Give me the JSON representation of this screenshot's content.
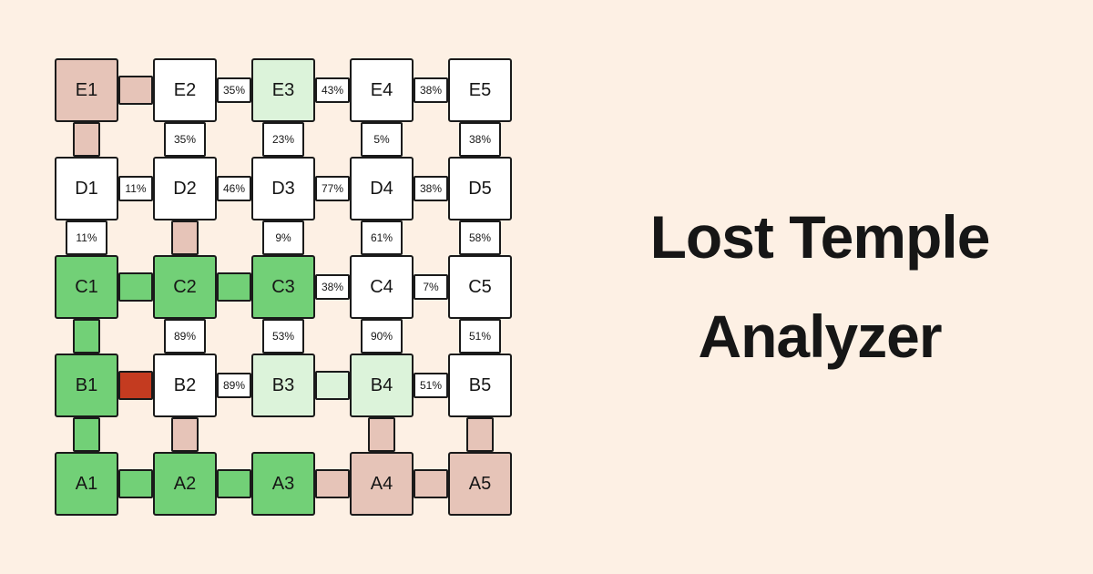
{
  "page": {
    "background": "#fdf0e4"
  },
  "title": {
    "line1": "Lost Temple",
    "line2": "Analyzer"
  },
  "colors": {
    "white": "#ffffff",
    "green": "#72d077",
    "pale_green": "#dcf3da",
    "pink": "#e6c4b8",
    "red": "#c43b20",
    "border": "#1a1a1a",
    "text": "#161616"
  },
  "grid": {
    "rows": [
      "E",
      "D",
      "C",
      "B",
      "A"
    ],
    "cols": [
      "1",
      "2",
      "3",
      "4",
      "5"
    ],
    "nodes": [
      {
        "id": "E1",
        "fill": "pink"
      },
      {
        "id": "E2",
        "fill": "white"
      },
      {
        "id": "E3",
        "fill": "pale_green"
      },
      {
        "id": "E4",
        "fill": "white"
      },
      {
        "id": "E5",
        "fill": "white"
      },
      {
        "id": "D1",
        "fill": "white"
      },
      {
        "id": "D2",
        "fill": "white"
      },
      {
        "id": "D3",
        "fill": "white"
      },
      {
        "id": "D4",
        "fill": "white"
      },
      {
        "id": "D5",
        "fill": "white"
      },
      {
        "id": "C1",
        "fill": "green"
      },
      {
        "id": "C2",
        "fill": "green"
      },
      {
        "id": "C3",
        "fill": "green"
      },
      {
        "id": "C4",
        "fill": "white"
      },
      {
        "id": "C5",
        "fill": "white"
      },
      {
        "id": "B1",
        "fill": "green"
      },
      {
        "id": "B2",
        "fill": "white"
      },
      {
        "id": "B3",
        "fill": "pale_green"
      },
      {
        "id": "B4",
        "fill": "pale_green"
      },
      {
        "id": "B5",
        "fill": "white"
      },
      {
        "id": "A1",
        "fill": "green"
      },
      {
        "id": "A2",
        "fill": "green"
      },
      {
        "id": "A3",
        "fill": "green"
      },
      {
        "id": "A4",
        "fill": "pink"
      },
      {
        "id": "A5",
        "fill": "pink"
      }
    ],
    "h_edges": [
      {
        "from": "E1",
        "to": "E2",
        "type": "color",
        "color": "pink"
      },
      {
        "from": "E2",
        "to": "E3",
        "type": "label",
        "label": "35%"
      },
      {
        "from": "E3",
        "to": "E4",
        "type": "label",
        "label": "43%"
      },
      {
        "from": "E4",
        "to": "E5",
        "type": "label",
        "label": "38%"
      },
      {
        "from": "D1",
        "to": "D2",
        "type": "label",
        "label": "11%"
      },
      {
        "from": "D2",
        "to": "D3",
        "type": "label",
        "label": "46%"
      },
      {
        "from": "D3",
        "to": "D4",
        "type": "label",
        "label": "77%"
      },
      {
        "from": "D4",
        "to": "D5",
        "type": "label",
        "label": "38%"
      },
      {
        "from": "C1",
        "to": "C2",
        "type": "color",
        "color": "green"
      },
      {
        "from": "C2",
        "to": "C3",
        "type": "color",
        "color": "green"
      },
      {
        "from": "C3",
        "to": "C4",
        "type": "label",
        "label": "38%"
      },
      {
        "from": "C4",
        "to": "C5",
        "type": "label",
        "label": "7%"
      },
      {
        "from": "B1",
        "to": "B2",
        "type": "color",
        "color": "red"
      },
      {
        "from": "B2",
        "to": "B3",
        "type": "label",
        "label": "89%"
      },
      {
        "from": "B3",
        "to": "B4",
        "type": "color",
        "color": "pale_green"
      },
      {
        "from": "B4",
        "to": "B5",
        "type": "label",
        "label": "51%"
      },
      {
        "from": "A1",
        "to": "A2",
        "type": "color",
        "color": "green"
      },
      {
        "from": "A2",
        "to": "A3",
        "type": "color",
        "color": "green"
      },
      {
        "from": "A3",
        "to": "A4",
        "type": "color",
        "color": "pink"
      },
      {
        "from": "A4",
        "to": "A5",
        "type": "color",
        "color": "pink"
      }
    ],
    "v_edges": [
      {
        "from": "E1",
        "to": "D1",
        "type": "color",
        "color": "pink"
      },
      {
        "from": "E2",
        "to": "D2",
        "type": "label",
        "label": "35%"
      },
      {
        "from": "E3",
        "to": "D3",
        "type": "label",
        "label": "23%"
      },
      {
        "from": "E4",
        "to": "D4",
        "type": "label",
        "label": "5%"
      },
      {
        "from": "E5",
        "to": "D5",
        "type": "label",
        "label": "38%"
      },
      {
        "from": "D1",
        "to": "C1",
        "type": "label",
        "label": "11%"
      },
      {
        "from": "D2",
        "to": "C2",
        "type": "color",
        "color": "pink"
      },
      {
        "from": "D3",
        "to": "C3",
        "type": "label",
        "label": "9%"
      },
      {
        "from": "D4",
        "to": "C4",
        "type": "label",
        "label": "61%"
      },
      {
        "from": "D5",
        "to": "C5",
        "type": "label",
        "label": "58%"
      },
      {
        "from": "C1",
        "to": "B1",
        "type": "color",
        "color": "green"
      },
      {
        "from": "C2",
        "to": "B2",
        "type": "label",
        "label": "89%"
      },
      {
        "from": "C3",
        "to": "B3",
        "type": "label",
        "label": "53%"
      },
      {
        "from": "C4",
        "to": "B4",
        "type": "label",
        "label": "90%"
      },
      {
        "from": "C5",
        "to": "B5",
        "type": "label",
        "label": "51%"
      },
      {
        "from": "B1",
        "to": "A1",
        "type": "color",
        "color": "green"
      },
      {
        "from": "B2",
        "to": "A2",
        "type": "color",
        "color": "pink"
      },
      {
        "from": "B4",
        "to": "A4",
        "type": "color",
        "color": "pink"
      },
      {
        "from": "B5",
        "to": "A5",
        "type": "color",
        "color": "pink"
      }
    ]
  }
}
